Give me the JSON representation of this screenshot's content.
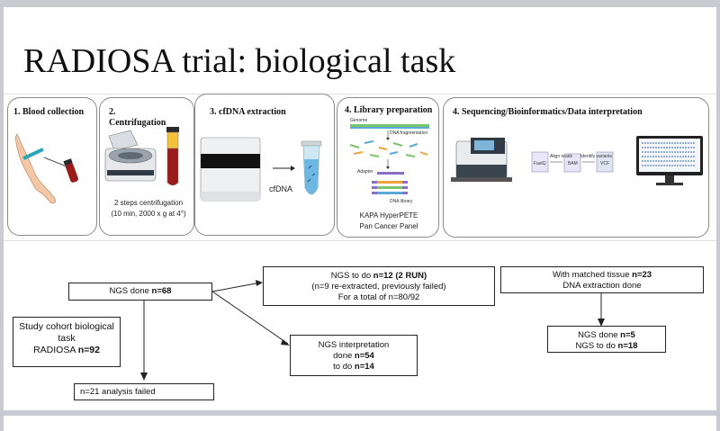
{
  "title": "RADIOSA trial: biological task",
  "steps": {
    "blood": {
      "label": "1. Blood collection"
    },
    "centrifugation": {
      "number": "2.",
      "label": "Centrifugation",
      "caption1": "2 steps centrifugation",
      "caption2": "(10 min, 2000 x g at 4°)"
    },
    "extraction": {
      "label": "3. cfDNA extraction",
      "tube_label": "cfDNA"
    },
    "library": {
      "label": "4. Library preparation",
      "genome": "Genome",
      "fragmentation": "DNA fragmentation",
      "adapter": "Adapter",
      "dna_library": "DNA library",
      "caption1": "KAPA HyperPETE",
      "caption2": "Pan Cancer Panel"
    },
    "sequencing": {
      "label": "4. Sequencing/Bioinformatics/Data interpretation",
      "fastq": "FastQ",
      "align": "Align reads",
      "bam": "BAM",
      "identify": "Identify variants",
      "vcf": "VCF"
    }
  },
  "flow": {
    "cohort": {
      "line1": "Study cohort biological",
      "line2": "task",
      "line3_prefix": "RADIOSA ",
      "line3_bold": "n=92"
    },
    "ngs_done": {
      "prefix": "NGS done ",
      "bold": "n=68"
    },
    "failed": {
      "text": "n=21 analysis failed"
    },
    "ngs_todo": {
      "prefix": "NGS to do ",
      "bold": "n=12 (2 RUN)",
      "line2": "(n=9  re-extracted, previously failed)",
      "line3": "For a total of n=80/92"
    },
    "interpretation": {
      "line1": "NGS interpretation",
      "line2_prefix": "done ",
      "line2_bold": "n=54",
      "line3_prefix": "to do ",
      "line3_bold": "n=14"
    },
    "matched": {
      "prefix": "With matched tissue ",
      "bold": "n=23",
      "line2": "DNA extraction done"
    },
    "matched_ngs": {
      "line1_prefix": "NGS done ",
      "line1_bold": "n=5",
      "line2_prefix": "NGS to do ",
      "line2_bold": "n=18"
    }
  },
  "colors": {
    "accent_teal": "#2aa6b8",
    "blood_red": "#9b1b1b",
    "frag_green": "#7cc36e",
    "frag_blue": "#5aa9d6",
    "frag_orange": "#f0a33c",
    "frag_purple": "#8a6fc7"
  }
}
